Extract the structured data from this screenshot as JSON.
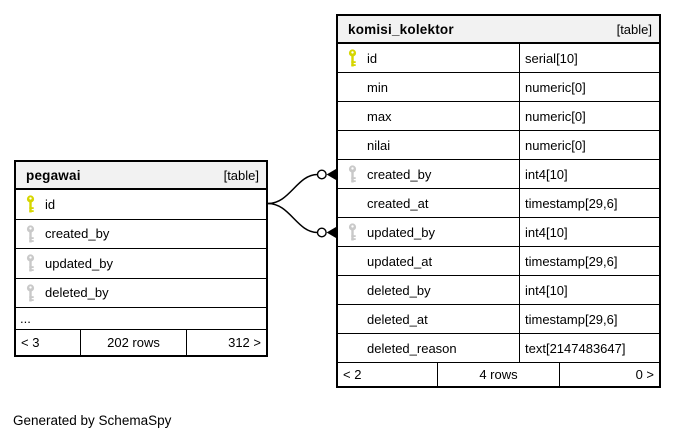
{
  "note": "Generated by SchemaSpy",
  "colors": {
    "primary_key": "#d6d600",
    "foreign_key": "#c9c9c9",
    "header_bg": "#f2f2f2",
    "border": "#000000"
  },
  "tables": [
    {
      "name": "pegawai",
      "badge": "[table]",
      "columns": [
        {
          "name": "id",
          "key": "primary"
        },
        {
          "name": "created_by",
          "key": "foreign"
        },
        {
          "name": "updated_by",
          "key": "foreign"
        },
        {
          "name": "deleted_by",
          "key": "foreign"
        },
        {
          "name": "...",
          "key": null,
          "ellipsis": true
        }
      ],
      "footer": {
        "left": "< 3",
        "center": "202 rows",
        "right": "312 >"
      }
    },
    {
      "name": "komisi_kolektor",
      "badge": "[table]",
      "columns": [
        {
          "name": "id",
          "type": "serial[10]",
          "key": "primary"
        },
        {
          "name": "min",
          "type": "numeric[0]",
          "key": null
        },
        {
          "name": "max",
          "type": "numeric[0]",
          "key": null
        },
        {
          "name": "nilai",
          "type": "numeric[0]",
          "key": null
        },
        {
          "name": "created_by",
          "type": "int4[10]",
          "key": "foreign"
        },
        {
          "name": "created_at",
          "type": "timestamp[29,6]",
          "key": null
        },
        {
          "name": "updated_by",
          "type": "int4[10]",
          "key": "foreign"
        },
        {
          "name": "updated_at",
          "type": "timestamp[29,6]",
          "key": null
        },
        {
          "name": "deleted_by",
          "type": "int4[10]",
          "key": null
        },
        {
          "name": "deleted_at",
          "type": "timestamp[29,6]",
          "key": null
        },
        {
          "name": "deleted_reason",
          "type": "text[2147483647]",
          "key": null
        }
      ],
      "footer": {
        "left": "< 2",
        "center": "4 rows",
        "right": "0 >"
      }
    }
  ],
  "relationships": [
    {
      "from": "pegawai.id",
      "to": "komisi_kolektor.created_by"
    },
    {
      "from": "pegawai.id",
      "to": "komisi_kolektor.updated_by"
    }
  ]
}
